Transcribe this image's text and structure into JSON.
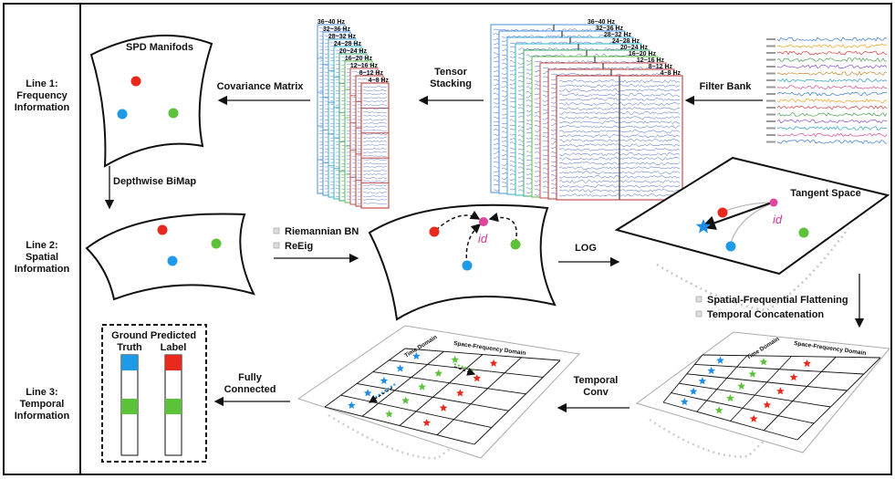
{
  "lines": [
    {
      "title": "Line 1:",
      "subtitle": "Frequency",
      "sub2": "Information"
    },
    {
      "title": "Line 2:",
      "subtitle": "Spatial",
      "sub2": "Information"
    },
    {
      "title": "Line 3:",
      "subtitle": "Temporal",
      "sub2": "Information"
    }
  ],
  "line1": {
    "spd_title": "SPD Manifods",
    "covariance": "Covariance Matrix",
    "tensor1": "Tensor",
    "tensor2": "Stacking",
    "filter_bank": "Filter Bank",
    "bands": [
      "36~40 Hz",
      "32~36 Hz",
      "28~32 Hz",
      "24~28 Hz",
      "20~24 Hz",
      "16~20 Hz",
      "12~16 Hz",
      "8~12 Hz",
      "4~8 Hz"
    ]
  },
  "line2": {
    "depthwise": "Depthwise BiMap",
    "riemannian_bn": "Riemannian BN",
    "reeig": "ReEig",
    "id_label": "id",
    "log": "LOG",
    "tangent_space": "Tangent Space",
    "flatten": "Spatial-Frequential Flattening",
    "concat": "Temporal Concatenation"
  },
  "line3": {
    "ground1": "Ground",
    "ground2": "Truth",
    "pred1": "Predicted",
    "pred2": "Label",
    "fully1": "Fully",
    "fully2": "Connected",
    "temporal1": "Temporal",
    "temporal2": "Conv",
    "time_domain": "Time Domain",
    "sf_domain": "Space-Frequency Domain"
  },
  "colors": {
    "red": "#e8291c",
    "green": "#5cc23a",
    "blue": "#1e9ae6",
    "pink": "#e0449f",
    "star_blue": "#1d8de8"
  }
}
